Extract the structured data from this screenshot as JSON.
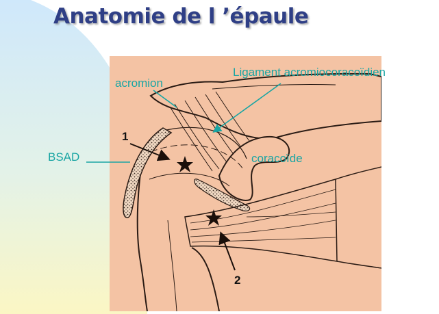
{
  "title": "Anatomie de l ’épaule",
  "labels": {
    "acromion": "acromion",
    "ligament": "Ligament acromiocoracoïdien",
    "bsad": "BSAD",
    "coracoide": "coracoïde",
    "marker1": "1",
    "marker2": "2"
  },
  "colors": {
    "title": "#2f3f86",
    "annotation": "#18a5a3",
    "figure_bg": "#f4c3a4",
    "ink": "#2a1b14",
    "star": "#1a0f0a"
  }
}
